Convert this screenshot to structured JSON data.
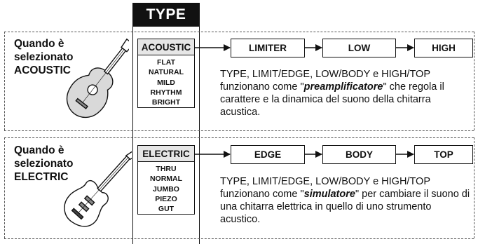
{
  "header": {
    "type_label": "TYPE"
  },
  "rows": [
    {
      "selection_line1": "Quando è",
      "selection_line2": "selezionato",
      "selection_value": "ACOUSTIC",
      "guitar_icon": "acoustic-guitar-icon",
      "type_heading": "ACOUSTIC",
      "options": [
        "FLAT",
        "NATURAL",
        "MILD",
        "RHYTHM",
        "BRIGHT"
      ],
      "flow": [
        "LIMITER",
        "LOW",
        "HIGH"
      ],
      "desc_before": "TYPE, LIMIT/EDGE, LOW/BODY e HIGH/TOP funzionano come \"",
      "desc_emph": "preamplificatore",
      "desc_after": "\" che regola il carattere e la dinamica del suono della chitarra acustica."
    },
    {
      "selection_line1": "Quando è",
      "selection_line2": "selezionato",
      "selection_value": "ELECTRIC",
      "guitar_icon": "electric-guitar-icon",
      "type_heading": "ELECTRIC",
      "options": [
        "THRU",
        "NORMAL",
        "JUMBO",
        "PIEZO",
        "GUT"
      ],
      "flow": [
        "EDGE",
        "BODY",
        "TOP"
      ],
      "desc_before": "TYPE, LIMIT/EDGE, LOW/BODY e HIGH/TOP funzionano come \"",
      "desc_emph": "simulatore",
      "desc_after": "\" per cambiare il suono di una chitarra elettrica in quello di uno strumento acustico."
    }
  ]
}
